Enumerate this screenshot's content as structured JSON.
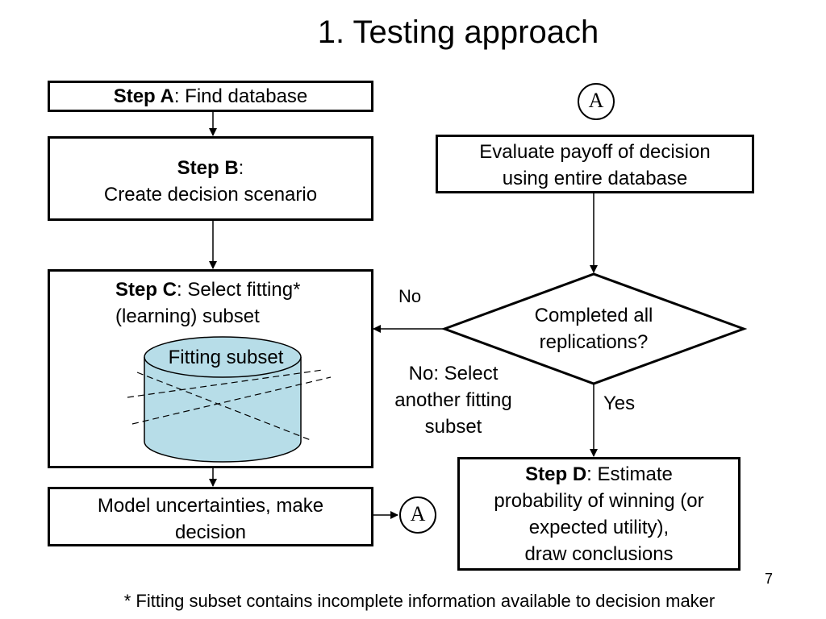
{
  "title": "1. Testing approach",
  "step_a": {
    "bold": "Step A",
    "text": ": Find database"
  },
  "step_b": {
    "bold": "Step B",
    "suffix": ":",
    "line2": "Create decision scenario"
  },
  "step_c": {
    "bold": "Step C",
    "text": ": Select fitting*",
    "line2": "(learning) subset",
    "cylinder_label": "Fitting subset"
  },
  "model": {
    "line1": "Model uncertainties, make",
    "line2": "decision"
  },
  "connector_label": "A",
  "evaluate": {
    "line1": "Evaluate payoff of decision",
    "line2": "using entire database"
  },
  "decision": {
    "line1": "Completed all",
    "line2": "replications?"
  },
  "labels": {
    "no": "No",
    "no_select_1": "No: Select",
    "no_select_2": "another fitting",
    "no_select_3": "subset",
    "yes": "Yes"
  },
  "step_d": {
    "bold": "Step D",
    "text": ": Estimate",
    "line2": "probability of winning (or",
    "line3": "expected utility),",
    "line4": "draw conclusions"
  },
  "page_number": "7",
  "footnote": "* Fitting subset contains incomplete information available to decision maker"
}
